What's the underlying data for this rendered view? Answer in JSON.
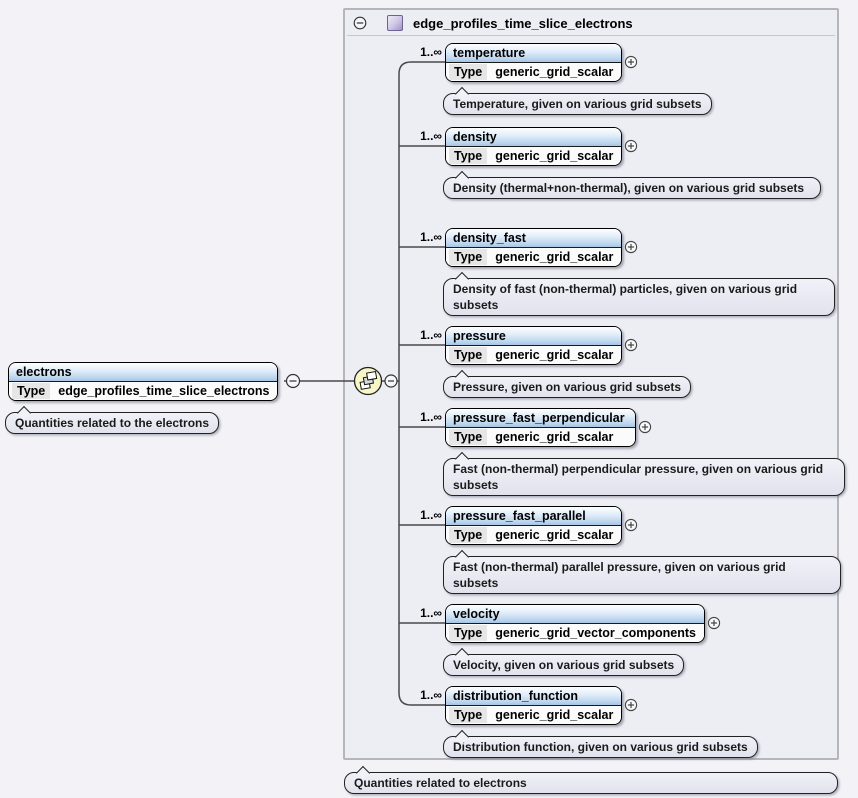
{
  "window": {
    "title_label": "edge_profiles_time_slice_electrons",
    "bottom_annotation": "Quantities related to electrons"
  },
  "parent": {
    "name": "electrons",
    "type_label": "Type",
    "type": "edge_profiles_time_slice_electrons",
    "annotation": "Quantities related to the electrons"
  },
  "compositor": {
    "icon": "all-group-icon"
  },
  "colors": {
    "page_bg": "#f2f2f7",
    "container_bg": "#ededf4",
    "header_accent": "#a5c4e4",
    "compositor_fill": "#f6f6c9",
    "annotation_bg": "#e9e9f2"
  },
  "children": [
    {
      "occurrence": "1..∞",
      "name": "temperature",
      "type_label": "Type",
      "type": "generic_grid_scalar",
      "annotation": "Temperature, given on various grid subsets"
    },
    {
      "occurrence": "1..∞",
      "name": "density",
      "type_label": "Type",
      "type": "generic_grid_scalar",
      "annotation": "Density (thermal+non-thermal), given on various grid subsets"
    },
    {
      "occurrence": "1..∞",
      "name": "density_fast",
      "type_label": "Type",
      "type": "generic_grid_scalar",
      "annotation": "Density of fast (non-thermal) particles, given on various grid subsets"
    },
    {
      "occurrence": "1..∞",
      "name": "pressure",
      "type_label": "Type",
      "type": "generic_grid_scalar",
      "annotation": "Pressure, given on various grid subsets"
    },
    {
      "occurrence": "1..∞",
      "name": "pressure_fast_perpendicular",
      "type_label": "Type",
      "type": "generic_grid_scalar",
      "annotation": "Fast (non-thermal) perpendicular pressure, given on various grid subsets"
    },
    {
      "occurrence": "1..∞",
      "name": "pressure_fast_parallel",
      "type_label": "Type",
      "type": "generic_grid_scalar",
      "annotation": "Fast (non-thermal) parallel pressure, given on various grid subsets"
    },
    {
      "occurrence": "1..∞",
      "name": "velocity",
      "type_label": "Type",
      "type": "generic_grid_vector_components",
      "annotation": "Velocity, given on various grid subsets"
    },
    {
      "occurrence": "1..∞",
      "name": "distribution_function",
      "type_label": "Type",
      "type": "generic_grid_scalar",
      "annotation": "Distribution function, given on various grid subsets"
    }
  ]
}
